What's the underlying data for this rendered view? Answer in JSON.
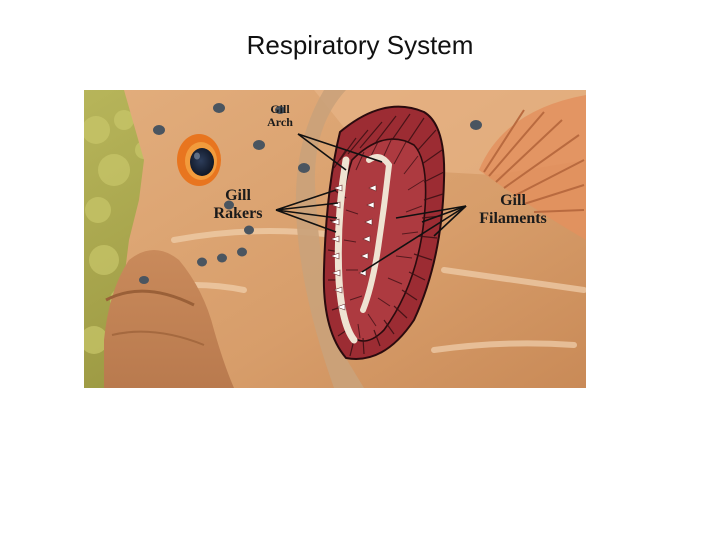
{
  "slide": {
    "title": "Respiratory System"
  },
  "figure": {
    "icon": "fish-gill-anatomy-photo",
    "labels": {
      "gill_arch": [
        "Gill",
        "Arch"
      ],
      "gill_rakers": [
        "Gill",
        "Rakers"
      ],
      "gill_filaments": [
        "Gill",
        "Filaments"
      ]
    },
    "colors": {
      "fish_skin": "#d9a270",
      "gill_tissue": "#9c2c33",
      "background_algae": "#b3b04e",
      "spots": "#4a5560",
      "eye_ring": "#e8751f"
    }
  }
}
